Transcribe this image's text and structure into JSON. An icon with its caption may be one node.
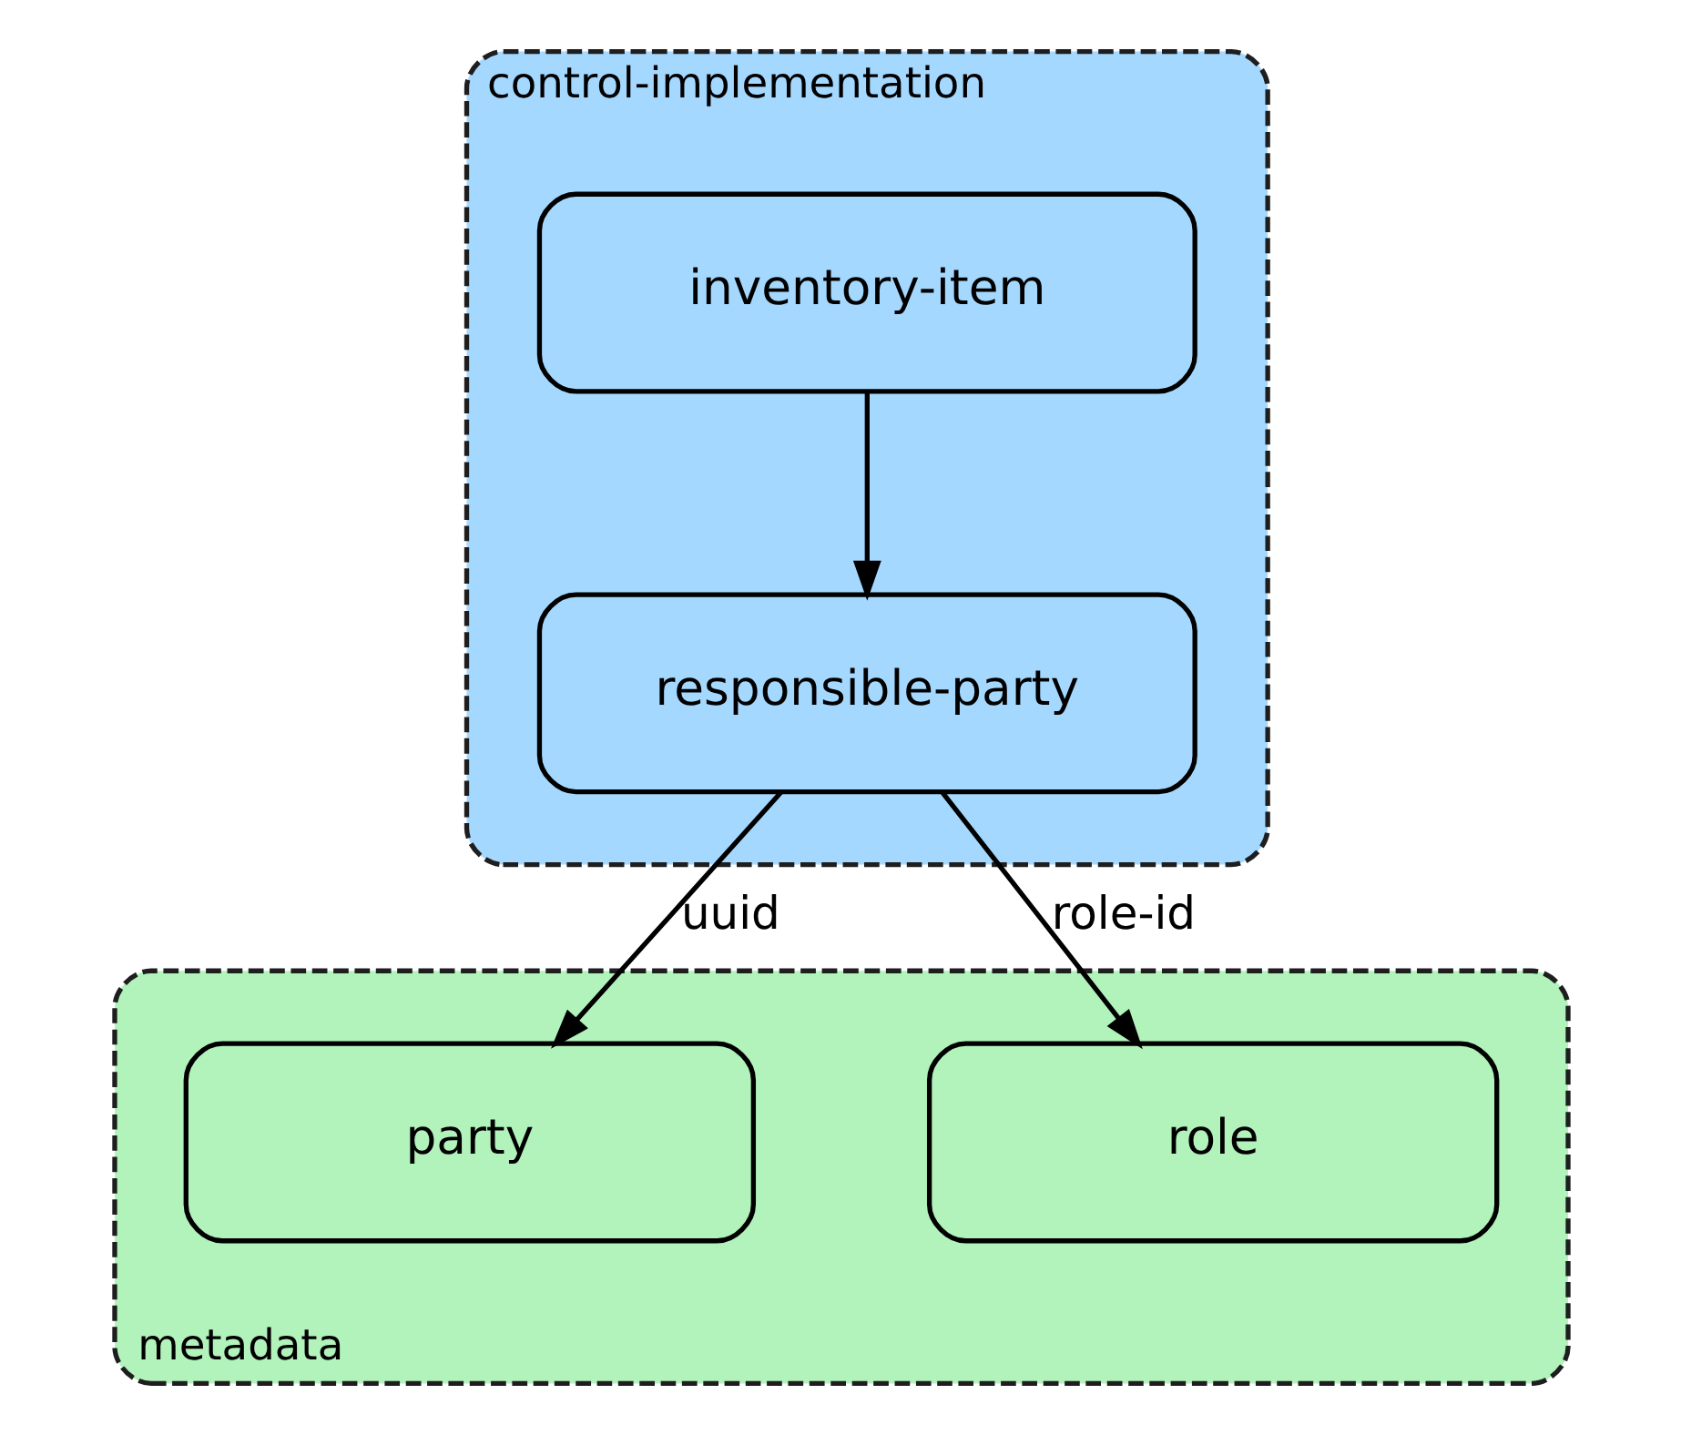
{
  "diagram": {
    "nodes": [
      {
        "text": [
          "control-implementation"
        ]
      },
      {
        "text": [
          "inventory-item"
        ],
        "in": 0
      },
      {
        "text": [
          "responsible-party"
        ],
        "in": 0
      },
      {
        "text": [
          "metadata"
        ]
      },
      {
        "text": [
          "party"
        ],
        "in": 3
      },
      {
        "text": [
          "role"
        ],
        "in": 3
      }
    ],
    "edges": [
      {
        "from": 1,
        "to": 2,
        "arrow": "to"
      },
      {
        "from": 2,
        "to": 4,
        "label": "uuid",
        "arrow": "to"
      },
      {
        "from": 2,
        "to": 5,
        "label": "role-id",
        "arrow": "to"
      }
    ]
  }
}
